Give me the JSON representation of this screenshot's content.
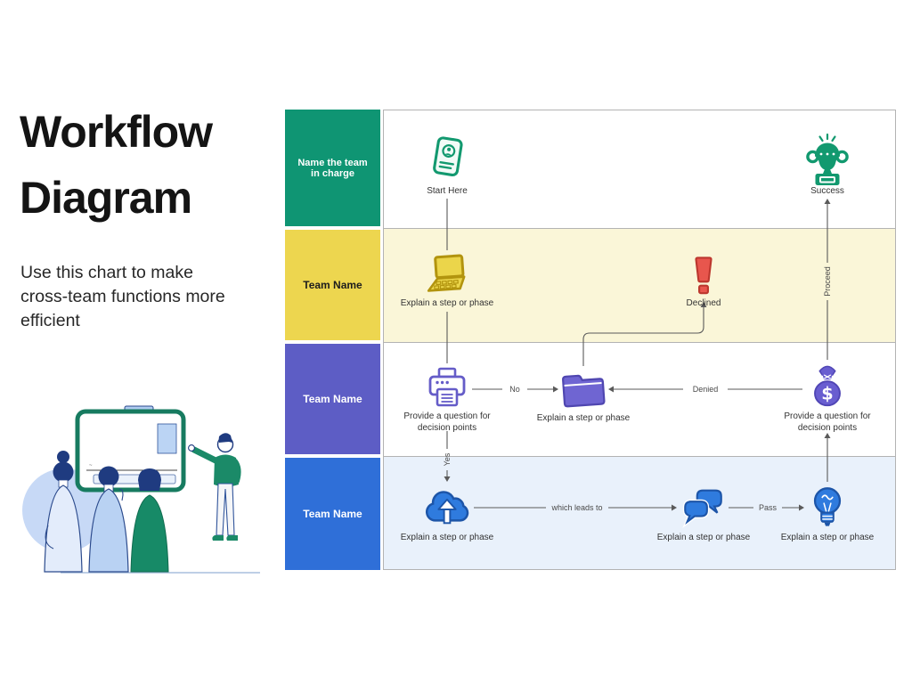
{
  "page": {
    "title": "Workflow Diagram",
    "subtitle": "Use this chart to make cross-team functions more efficient"
  },
  "colors": {
    "lane_green": "#0F9573",
    "lane_yellow": "#EDD64F",
    "lane_purple": "#5D5DC5",
    "lane_blue": "#2F6FD8",
    "row_yellow_bg": "#FAF6D8",
    "row_blue_bg": "#E9F1FB",
    "row_white_bg": "#ffffff",
    "icon_green": "#12996F",
    "icon_gold": "#B2940E",
    "icon_red": "#E8564D",
    "icon_purple": "#6F65D2",
    "icon_blue": "#2F7BDE",
    "border_gray": "#b3b3b3"
  },
  "diagram": {
    "lanes": [
      {
        "label": "Name the team in charge",
        "color": "#0F9573",
        "text_color": "#ffffff",
        "row_bg": "#ffffff"
      },
      {
        "label": "Team Name",
        "color": "#EDD64F",
        "text_color": "#1d1d1d",
        "row_bg": "#FAF6D8"
      },
      {
        "label": "Team Name",
        "color": "#5D5DC5",
        "text_color": "#ffffff",
        "row_bg": "#ffffff"
      },
      {
        "label": "Team Name",
        "color": "#2F6FD8",
        "text_color": "#ffffff",
        "row_bg": "#E9F1FB"
      }
    ],
    "nodes": [
      {
        "icon": "id-badge-icon",
        "label": "Start Here"
      },
      {
        "icon": "trophy-icon",
        "label": "Success"
      },
      {
        "icon": "laptop-icon",
        "label": "Explain a step or phase"
      },
      {
        "icon": "exclamation-icon",
        "label": "Declined"
      },
      {
        "icon": "printer-icon",
        "label": "Provide a question for decision points"
      },
      {
        "icon": "folder-icon",
        "label": "Explain a step or phase"
      },
      {
        "icon": "money-bag-icon",
        "label": "Provide a question for decision points"
      },
      {
        "icon": "cloud-upload-icon",
        "label": "Explain a step or phase"
      },
      {
        "icon": "chat-bubbles-icon",
        "label": "Explain a step or phase"
      },
      {
        "icon": "lightbulb-icon",
        "label": "Explain a step or phase"
      }
    ],
    "connectors": {
      "no": "No",
      "denied": "Denied",
      "which_leads_to": "which leads to",
      "pass": "Pass",
      "proceed": "Proceed",
      "yes": "Yes"
    }
  }
}
